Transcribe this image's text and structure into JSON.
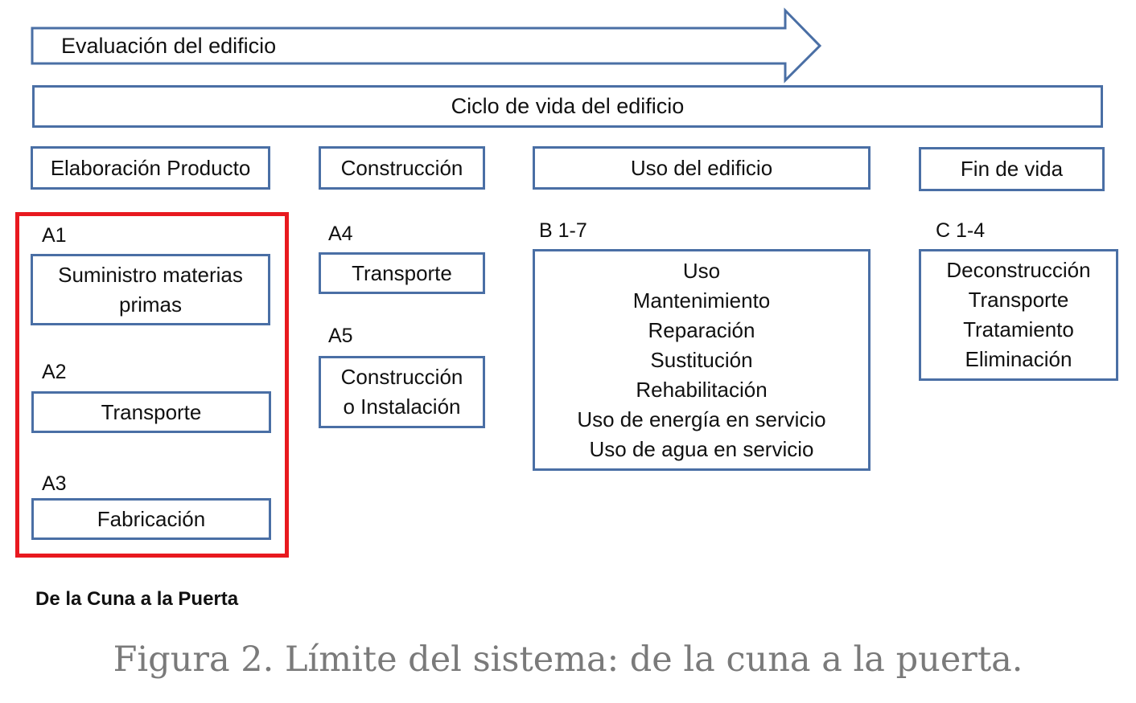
{
  "arrow": {
    "label": "Evaluación del edificio"
  },
  "lifecycle": {
    "label": "Ciclo de vida del edificio"
  },
  "stages": {
    "product": "Elaboración Producto",
    "construction": "Construcción",
    "use": "Uso del edificio",
    "end_of_life": "Fin de vida"
  },
  "modules": {
    "a1": {
      "code": "A1",
      "lines": [
        "Suministro materias",
        "primas"
      ]
    },
    "a2": {
      "code": "A2",
      "label": "Transporte"
    },
    "a3": {
      "code": "A3",
      "label": "Fabricación"
    },
    "a4": {
      "code": "A4",
      "label": "Transporte"
    },
    "a5": {
      "code": "A5",
      "lines": [
        "Construcción",
        "o Instalación"
      ]
    },
    "b": {
      "code": "B 1-7",
      "lines": [
        "Uso",
        "Mantenimiento",
        "Reparación",
        "Sustitución",
        "Rehabilitación",
        "Uso de energía en servicio",
        "Uso de agua en servicio"
      ]
    },
    "c": {
      "code": "C 1-4",
      "lines": [
        "Deconstrucción",
        "Transporte",
        "Tratamiento",
        "Eliminación"
      ]
    }
  },
  "boundary": {
    "label": "De la Cuna a la Puerta",
    "color": "#e8191f"
  },
  "caption": "Figura 2. Límite del sistema: de la cuna a la puerta.",
  "colors": {
    "box_border": "#4a6fa5",
    "caption": "#7a7a7a"
  }
}
